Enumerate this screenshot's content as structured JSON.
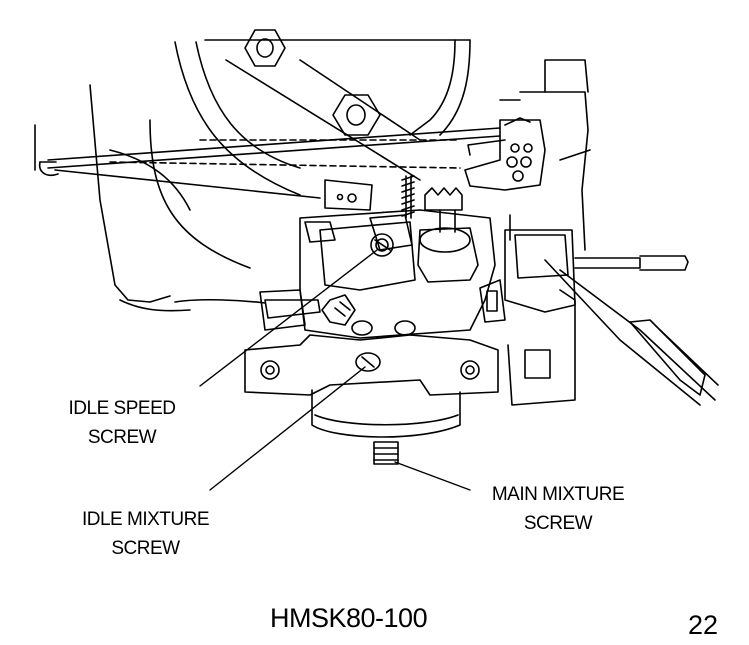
{
  "callouts": {
    "idle_speed": [
      "IDLE SPEED",
      "SCREW"
    ],
    "idle_mixture": [
      "IDLE MIXTURE",
      "SCREW"
    ],
    "main_mixture": [
      "MAIN MIXTURE",
      "SCREW"
    ]
  },
  "footer": {
    "model": "HMSK80-100",
    "page": "22"
  }
}
